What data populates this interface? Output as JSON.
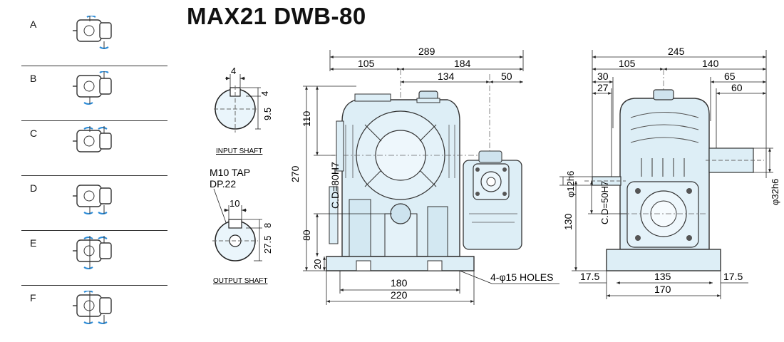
{
  "title": "MAX21 DWB-80",
  "mounting_options": [
    "A",
    "B",
    "C",
    "D",
    "E",
    "F"
  ],
  "colors": {
    "housing": "#ddeef6",
    "outline": "#333333",
    "dimension": "#222222"
  },
  "input_shaft": {
    "label": "INPUT SHAFT",
    "key_width": "4",
    "key_depth": "4",
    "height": "9.5"
  },
  "output_shaft": {
    "label": "OUTPUT SHAFT",
    "tap": "M10 TAP",
    "depth": "DP.22",
    "key_width": "10",
    "key_depth": "8",
    "height": "27.5"
  },
  "front_view": {
    "overall_width": "289",
    "left_width": "105",
    "right_width": "184",
    "to_input": "134",
    "input_offset": "50",
    "overall_height": "270",
    "upper_height": "110",
    "center_distance": "C.D=80H7",
    "lower_height": "80",
    "base_height": "20",
    "hole_spacing": "180",
    "base_width": "220",
    "holes": "4-φ15 HOLES"
  },
  "side_view": {
    "overall_width": "245",
    "left_width": "105",
    "right_width": "140",
    "input_length_a": "30",
    "input_length_b": "27",
    "output_length_a": "65",
    "output_length_b": "60",
    "input_dia": "φ12h6",
    "center_distance": "C.D=50H7",
    "center_height": "130",
    "output_dia": "φ32h6",
    "base_left": "17.5",
    "hole_spacing": "135",
    "base_right": "17.5",
    "base_width": "170"
  }
}
